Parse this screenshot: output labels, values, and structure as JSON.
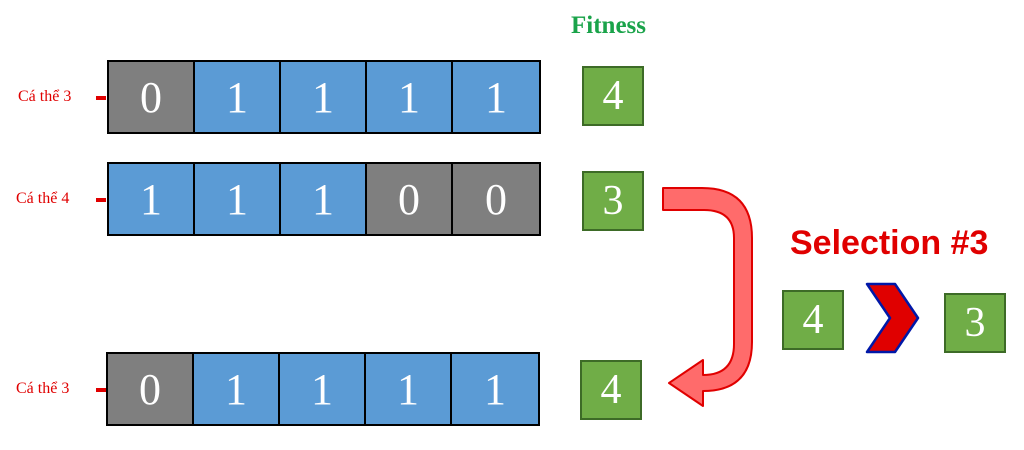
{
  "fitness_header": "Fitness",
  "rows": [
    {
      "label": "Cá thể 3",
      "genes": [
        "0",
        "1",
        "1",
        "1",
        "1"
      ],
      "fitness": "4"
    },
    {
      "label": "Cá thể 4",
      "genes": [
        "1",
        "1",
        "1",
        "0",
        "0"
      ],
      "fitness": "3"
    },
    {
      "label": "Cá thể 3",
      "genes": [
        "0",
        "1",
        "1",
        "1",
        "1"
      ],
      "fitness": "4"
    }
  ],
  "selection": {
    "title": "Selection  #3",
    "left_value": "4",
    "right_value": "3"
  },
  "colors": {
    "gene_one": "#5b9bd5",
    "gene_zero": "#7f7f7f",
    "fitness_box": "#70ad47",
    "accent_red": "#e00000",
    "arrow_fill": "#ff6b6b"
  }
}
